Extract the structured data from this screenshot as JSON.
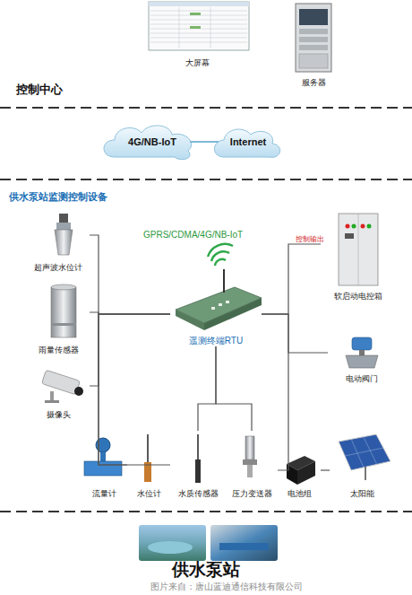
{
  "diagram": {
    "caption": "供水泵站",
    "nodes": [
      {
        "text": [
          "大屏幕"
        ]
      },
      {
        "text": [
          "服务器"
        ]
      },
      {
        "text": [
          "4G/NB-IoT"
        ]
      },
      {
        "text": [
          "Internet"
        ]
      },
      {
        "text": [
          "超声波水位计"
        ]
      },
      {
        "text": [
          "雨量传感器"
        ]
      },
      {
        "text": [
          "摄像头"
        ]
      },
      {
        "text": [
          "软启动电控箱"
        ]
      },
      {
        "text": [
          "电动阀门"
        ]
      },
      {
        "text": [
          "遥测终端RTU"
        ]
      },
      {
        "text": [
          "流量计"
        ]
      },
      {
        "text": [
          "水位计"
        ]
      },
      {
        "text": [
          "水质传感器"
        ]
      },
      {
        "text": [
          "压力变送器"
        ]
      },
      {
        "text": [
          "电池组"
        ]
      },
      {
        "text": [
          "太阳能"
        ]
      }
    ],
    "edges": [
      {
        "from": 2,
        "to": 3,
        "arrow": "none"
      },
      {
        "from": 9,
        "to": 4,
        "arrow": "none"
      },
      {
        "from": 9,
        "to": 5,
        "arrow": "none"
      },
      {
        "from": 9,
        "to": 6,
        "arrow": "none"
      },
      {
        "from": 9,
        "to": 7,
        "arrow": "none"
      },
      {
        "from": 9,
        "to": 8,
        "arrow": "none"
      },
      {
        "from": 9,
        "to": 10,
        "arrow": "none"
      },
      {
        "from": 9,
        "to": 11,
        "arrow": "none"
      },
      {
        "from": 9,
        "to": 12,
        "arrow": "none"
      },
      {
        "from": 9,
        "to": 13,
        "arrow": "none"
      },
      {
        "from": 9,
        "to": 14,
        "arrow": "none"
      },
      {
        "from": 14,
        "to": 15,
        "arrow": "none"
      }
    ],
    "labels": [
      "控制中心",
      "供水泵站监测控制设备",
      "GPRS/CDMA/4G/NB-IoT",
      "控制输出",
      "图片来自：唐山蓝迪通信科技有限公司"
    ]
  }
}
